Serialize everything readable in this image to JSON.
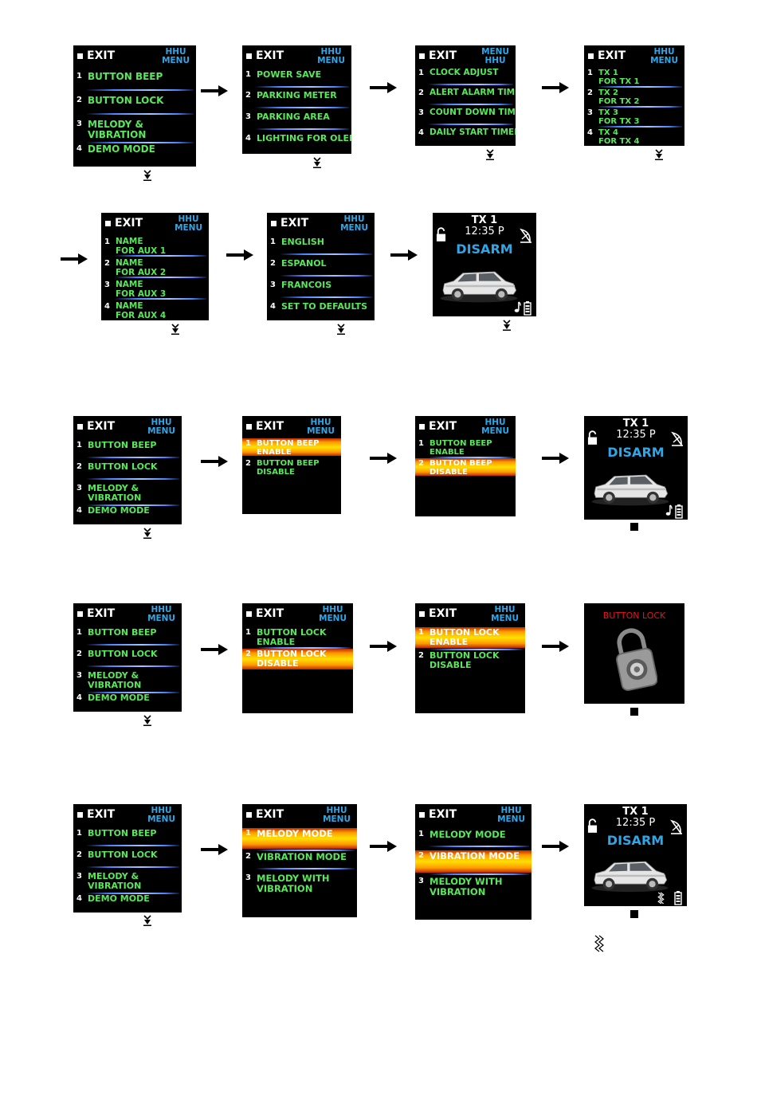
{
  "screens": {
    "exit": "EXIT",
    "hhu_menu": [
      "HHU",
      "MENU"
    ],
    "menu_hhu": [
      "MENU",
      "HHU"
    ],
    "main_menu": {
      "items": [
        {
          "num": "1",
          "lines": [
            "BUTTON BEEP"
          ]
        },
        {
          "num": "2",
          "lines": [
            "BUTTON LOCK"
          ]
        },
        {
          "num": "3",
          "lines": [
            "MELODY &",
            "VIBRATION"
          ]
        },
        {
          "num": "4",
          "lines": [
            "DEMO MODE"
          ]
        }
      ]
    },
    "menu2": {
      "items": [
        {
          "num": "1",
          "lines": [
            "POWER SAVE"
          ]
        },
        {
          "num": "2",
          "lines": [
            "PARKING METER"
          ]
        },
        {
          "num": "3",
          "lines": [
            "PARKING AREA"
          ]
        },
        {
          "num": "4",
          "lines": [
            "LIGHTING FOR OLED"
          ]
        }
      ]
    },
    "menu3": {
      "items": [
        {
          "num": "1",
          "lines": [
            "CLOCK ADJUST"
          ]
        },
        {
          "num": "2",
          "lines": [
            "ALERT ALARM TIMER"
          ]
        },
        {
          "num": "3",
          "lines": [
            "COUNT DOWN TIMER"
          ]
        },
        {
          "num": "4",
          "lines": [
            "DAILY START TIMER"
          ]
        }
      ]
    },
    "menu4": {
      "items": [
        {
          "num": "1",
          "lines": [
            "TX 1",
            "FOR TX 1"
          ]
        },
        {
          "num": "2",
          "lines": [
            "TX 2",
            "FOR TX 2"
          ]
        },
        {
          "num": "3",
          "lines": [
            "TX 3",
            "FOR TX 3"
          ]
        },
        {
          "num": "4",
          "lines": [
            "TX 4",
            "FOR TX 4"
          ]
        }
      ]
    },
    "menu5": {
      "items": [
        {
          "num": "1",
          "lines": [
            "NAME",
            "FOR AUX 1"
          ]
        },
        {
          "num": "2",
          "lines": [
            "NAME",
            "FOR AUX 2"
          ]
        },
        {
          "num": "3",
          "lines": [
            "NAME",
            "FOR AUX 3"
          ]
        },
        {
          "num": "4",
          "lines": [
            "NAME",
            "FOR AUX 4"
          ]
        }
      ]
    },
    "menu6": {
      "items": [
        {
          "num": "1",
          "lines": [
            "ENGLISH"
          ]
        },
        {
          "num": "2",
          "lines": [
            "ESPANOL"
          ]
        },
        {
          "num": "3",
          "lines": [
            "FRANCOIS"
          ]
        },
        {
          "num": "4",
          "lines": [
            "SET TO DEFAULTS"
          ]
        }
      ]
    },
    "beep_opts": {
      "items": [
        {
          "num": "1",
          "lines": [
            "BUTTON BEEP",
            "ENABLE"
          ]
        },
        {
          "num": "2",
          "lines": [
            "BUTTON BEEP",
            "DISABLE"
          ]
        }
      ]
    },
    "lock_opts": {
      "items": [
        {
          "num": "1",
          "lines": [
            "BUTTON LOCK",
            "ENABLE"
          ]
        },
        {
          "num": "2",
          "lines": [
            "BUTTON LOCK",
            "DISABLE"
          ]
        }
      ]
    },
    "melody_opts": {
      "items": [
        {
          "num": "1",
          "lines": [
            "MELODY MODE"
          ]
        },
        {
          "num": "2",
          "lines": [
            "VIBRATION MODE"
          ]
        },
        {
          "num": "3",
          "lines": [
            "MELODY WITH",
            "VIBRATION"
          ]
        }
      ]
    },
    "main": {
      "tx": "TX 1",
      "time": "12:35 P",
      "status": "DISARM"
    },
    "button_lock_title": "BUTTON LOCK"
  },
  "colors": {
    "menu_text": "#58e85a",
    "menu_tag": "#2fa6e8",
    "disarm": "#2fa6e8",
    "lock_title": "#e8151b",
    "highlight": "#ffb000"
  },
  "icons": [
    "padlock-icon",
    "satellite-dish-icon",
    "music-note-icon",
    "battery-icon",
    "vibration-icon",
    "car-image",
    "arrow-right-icon",
    "arrow-down-icon"
  ]
}
